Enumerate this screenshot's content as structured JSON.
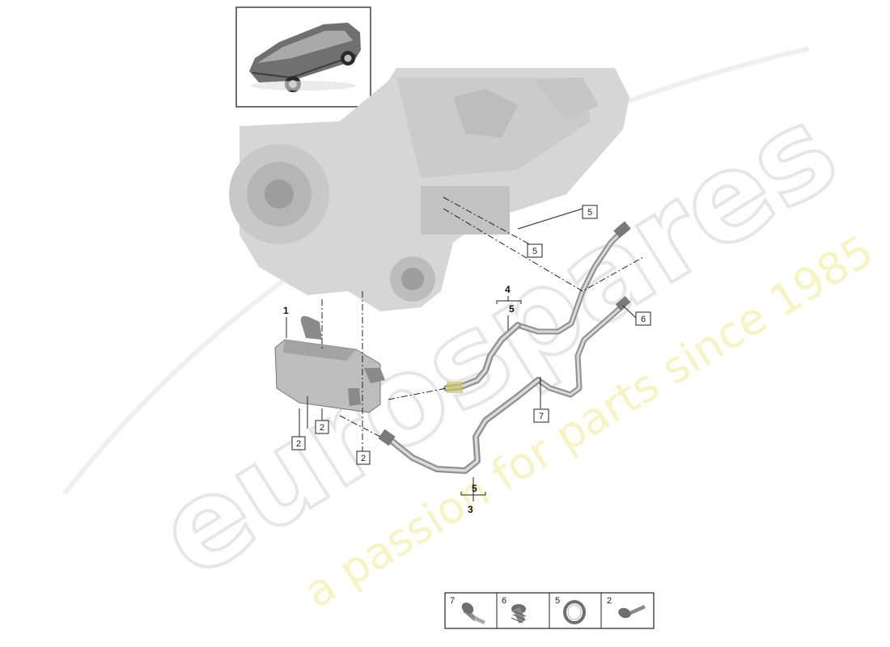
{
  "watermark": {
    "brand": "eurospares",
    "tagline": "a passion for parts since 1985"
  },
  "callouts": {
    "c1": "1",
    "c2a": "2",
    "c2b": "2",
    "c2c": "2",
    "c3": "3",
    "c4": "4",
    "c4_sub": "5",
    "c3_sub": "5",
    "c5a": "5",
    "c5b": "5",
    "c6": "6",
    "c7": "7"
  },
  "legend": {
    "items": [
      {
        "number": "7",
        "part": "bolt-icon"
      },
      {
        "number": "6",
        "part": "hex-bolt-icon"
      },
      {
        "number": "5",
        "part": "seal-ring-icon"
      },
      {
        "number": "2",
        "part": "screw-icon"
      }
    ]
  },
  "colors": {
    "line": "#222222",
    "gearbox": "#d4d4d4",
    "pipe": "#9a9a9a",
    "watermark_tag": "#f4f3b8"
  }
}
